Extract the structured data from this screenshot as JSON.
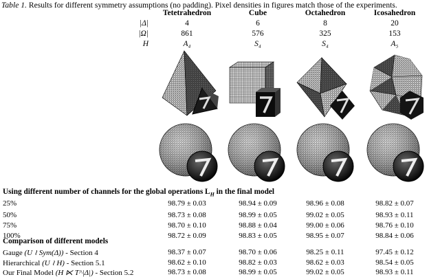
{
  "caption": {
    "label": "Table 1.",
    "text": " Results for different symmetry assumptions (no padding). Pixel densities in figures match those of the experiments."
  },
  "columns": [
    "Tetetrahedron",
    "Cube",
    "Octahedron",
    "Icosahedron"
  ],
  "symbols": [
    "|Δ|",
    "|Ω|",
    "H"
  ],
  "sym_rows": [
    [
      "4",
      "6",
      "8",
      "20"
    ],
    [
      "861",
      "576",
      "325",
      "153"
    ],
    [
      "A₄",
      "S₄",
      "S₄",
      "A₅"
    ]
  ],
  "section1": "Using different number of channels for the global operations L_H in the final model",
  "section1_parts": [
    "Using different number of channels for the global operations ",
    "L",
    "H",
    " in the final model"
  ],
  "channels": [
    {
      "label": "25%",
      "vals": [
        "98.79 ± 0.03",
        "98.94 ± 0.09",
        "98.96 ± 0.08",
        "98.82 ± 0.07"
      ]
    },
    {
      "label": "50%",
      "vals": [
        "98.73 ± 0.08",
        "98.99 ± 0.05",
        "99.02 ± 0.05",
        "98.93 ± 0.11"
      ]
    },
    {
      "label": "75%",
      "vals": [
        "98.70 ± 0.10",
        "98.88 ± 0.04",
        "99.00 ± 0.06",
        "98.76 ± 0.10"
      ]
    },
    {
      "label": "100%",
      "vals": [
        "98.72 ± 0.09",
        "98.83 ± 0.05",
        "98.95 ± 0.07",
        "98.84 ± 0.06"
      ]
    }
  ],
  "section2": "Comparison of different models",
  "models": [
    {
      "name": "Gauge",
      "math": "(U ≀ Sym(Δ))",
      "ref": " - Section 4",
      "vals": [
        "98.37 ± 0.07",
        "98.70 ± 0.06",
        "98.25 ± 0.11",
        "97.45 ± 0.12"
      ]
    },
    {
      "name": "Hierarchical",
      "math": "(U ≀ H)",
      "ref": " - Section 5.1",
      "vals": [
        "98.62 ± 0.10",
        "98.82 ± 0.03",
        "98.62 ± 0.03",
        "98.54 ± 0.05"
      ]
    },
    {
      "name": "Our Final Model",
      "math": "(H ⋉ T^|Δ|)",
      "ref": " - Section 5.2",
      "vals": [
        "98.73 ± 0.08",
        "98.99 ± 0.05",
        "99.02 ± 0.05",
        "98.93 ± 0.11"
      ]
    }
  ]
}
